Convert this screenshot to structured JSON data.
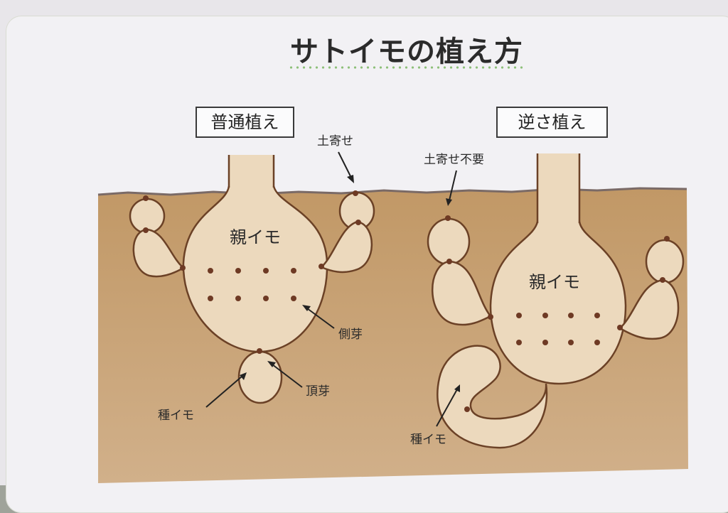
{
  "title": "サトイモの植え方",
  "left": {
    "heading": "普通植え",
    "mother": "親イモ",
    "hilling": "土寄せ",
    "side_bud": "側芽",
    "top_bud": "頂芽",
    "seed": "種イモ"
  },
  "right": {
    "heading": "逆さ植え",
    "mother": "親イモ",
    "hilling": "土寄せ不要",
    "seed": "種イモ"
  },
  "colors": {
    "soil": "#c9a57b",
    "tuber": "#ecd9bd",
    "outline": "#6b4126",
    "bud": "#6e3a24"
  }
}
